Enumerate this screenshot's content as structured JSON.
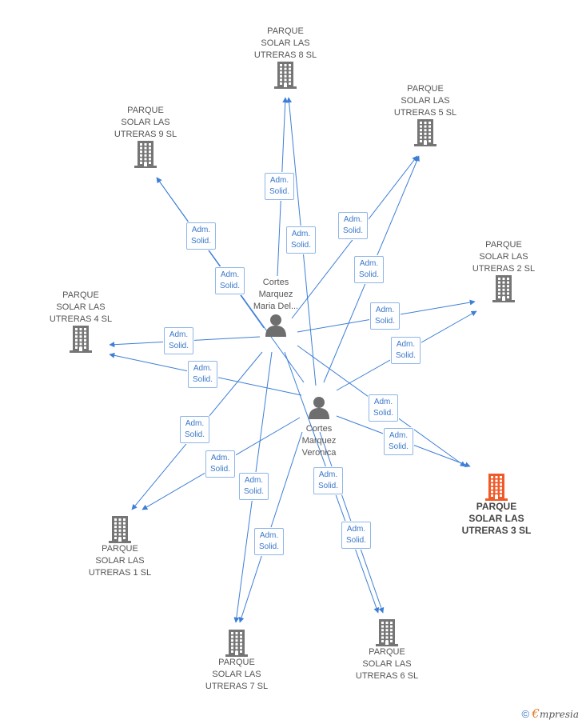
{
  "colors": {
    "edge": "#3d7fd6",
    "building": "#757575",
    "building_highlight": "#f05a28",
    "person": "#6e6e6e"
  },
  "companies": [
    {
      "id": "c8",
      "label": "PARQUE\nSOLAR LAS\nUTRERAS 8 SL",
      "icon": "building-icon",
      "highlight": false
    },
    {
      "id": "c5",
      "label": "PARQUE\nSOLAR LAS\nUTRERAS 5 SL",
      "icon": "building-icon",
      "highlight": false
    },
    {
      "id": "c9",
      "label": "PARQUE\nSOLAR LAS\nUTRERAS 9 SL",
      "icon": "building-icon",
      "highlight": false
    },
    {
      "id": "c2",
      "label": "PARQUE\nSOLAR LAS\nUTRERAS 2 SL",
      "icon": "building-icon",
      "highlight": false
    },
    {
      "id": "c4",
      "label": "PARQUE\nSOLAR LAS\nUTRERAS 4 SL",
      "icon": "building-icon",
      "highlight": false
    },
    {
      "id": "c3",
      "label": "PARQUE\nSOLAR LAS\nUTRERAS 3 SL",
      "icon": "building-icon",
      "highlight": true
    },
    {
      "id": "c1",
      "label": "PARQUE\nSOLAR LAS\nUTRERAS 1 SL",
      "icon": "building-icon",
      "highlight": false
    },
    {
      "id": "c7",
      "label": "PARQUE\nSOLAR LAS\nUTRERAS 7 SL",
      "icon": "building-icon",
      "highlight": false
    },
    {
      "id": "c6",
      "label": "PARQUE\nSOLAR LAS\nUTRERAS 6 SL",
      "icon": "building-icon",
      "highlight": false
    }
  ],
  "persons": [
    {
      "id": "p1",
      "label": "Cortes\nMarquez\nMaria Del...",
      "icon": "person-icon"
    },
    {
      "id": "p2",
      "label": "Cortes\nMarquez\nVeronica",
      "icon": "person-icon"
    }
  ],
  "relation_label": "Adm.\nSolid.",
  "edges": [
    {
      "from": "p1",
      "to": "c8",
      "label": "Adm.\nSolid."
    },
    {
      "from": "p2",
      "to": "c8",
      "label": "Adm.\nSolid."
    },
    {
      "from": "p1",
      "to": "c9",
      "label": "Adm.\nSolid."
    },
    {
      "from": "p2",
      "to": "c9",
      "label": "Adm.\nSolid."
    },
    {
      "from": "p1",
      "to": "c5",
      "label": "Adm.\nSolid."
    },
    {
      "from": "p2",
      "to": "c5",
      "label": "Adm.\nSolid."
    },
    {
      "from": "p1",
      "to": "c2",
      "label": "Adm.\nSolid."
    },
    {
      "from": "p2",
      "to": "c2",
      "label": "Adm.\nSolid."
    },
    {
      "from": "p1",
      "to": "c4",
      "label": "Adm.\nSolid."
    },
    {
      "from": "p2",
      "to": "c4",
      "label": "Adm.\nSolid."
    },
    {
      "from": "p1",
      "to": "c3",
      "label": "Adm.\nSolid."
    },
    {
      "from": "p2",
      "to": "c3",
      "label": "Adm.\nSolid."
    },
    {
      "from": "p1",
      "to": "c1",
      "label": "Adm.\nSolid."
    },
    {
      "from": "p2",
      "to": "c1",
      "label": "Adm.\nSolid."
    },
    {
      "from": "p1",
      "to": "c7",
      "label": "Adm.\nSolid."
    },
    {
      "from": "p2",
      "to": "c7",
      "label": "Adm.\nSolid."
    },
    {
      "from": "p1",
      "to": "c6",
      "label": "Adm.\nSolid."
    },
    {
      "from": "p2",
      "to": "c6",
      "label": "Adm.\nSolid."
    }
  ],
  "footer": {
    "copyright": "©",
    "brand_initial": "€",
    "brand_rest": "mpresia"
  }
}
